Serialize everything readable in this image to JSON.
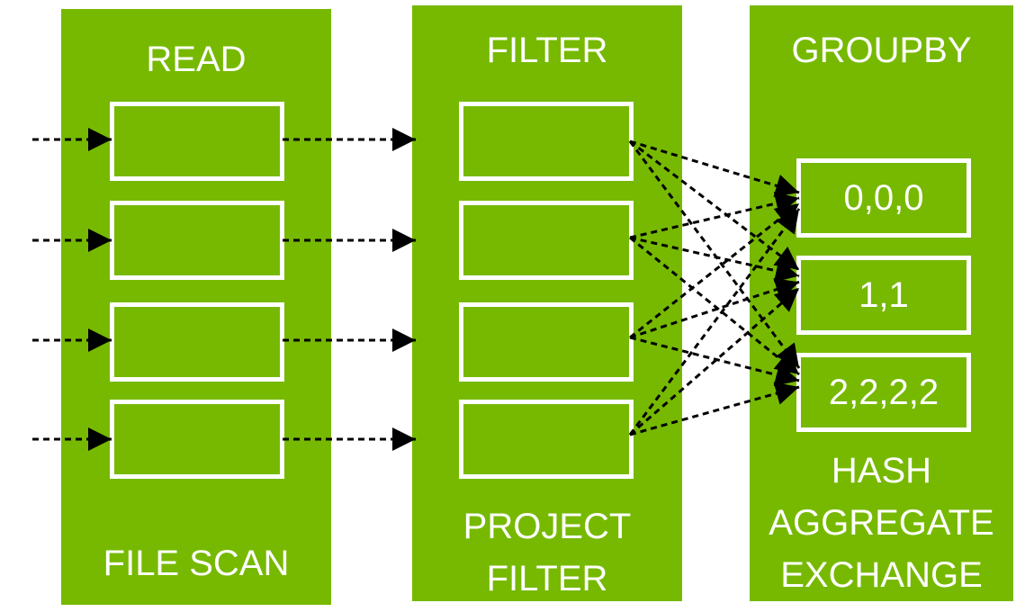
{
  "colors": {
    "panel": "#76b900",
    "box_border": "#ffffff",
    "text": "#ffffff",
    "arrow": "#000000"
  },
  "stages": [
    {
      "title": "READ",
      "footer": [
        "FILE SCAN"
      ]
    },
    {
      "title": "FILTER",
      "footer": [
        "PROJECT",
        "FILTER"
      ]
    },
    {
      "title": "GROUPBY",
      "footer": [
        "HASH",
        "AGGREGATE",
        "EXCHANGE"
      ]
    }
  ],
  "groups": [
    "0,0,0",
    "1,1",
    "2,2,2,2"
  ]
}
